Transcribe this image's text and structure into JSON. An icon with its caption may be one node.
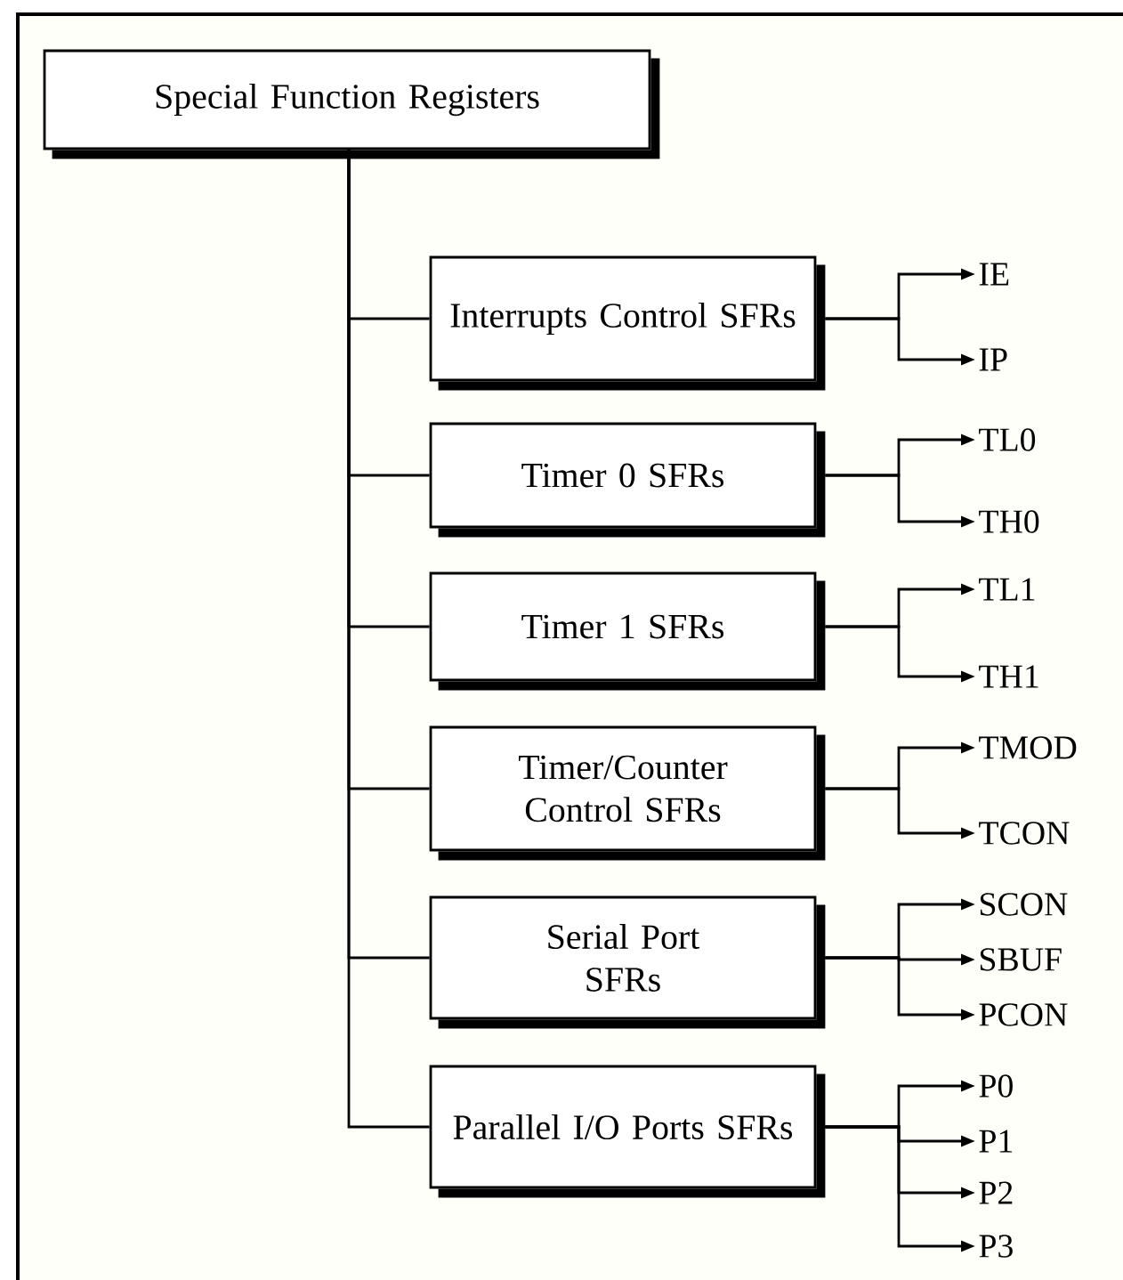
{
  "diagram": {
    "nodes": [
      {
        "text": [
          "Special Function Registers"
        ]
      },
      {
        "text": [
          "Interrupts Control SFRs"
        ]
      },
      {
        "text": [
          "IE"
        ]
      },
      {
        "text": [
          "IP"
        ]
      },
      {
        "text": [
          "Timer 0  SFRs"
        ]
      },
      {
        "text": [
          "TL0"
        ]
      },
      {
        "text": [
          "TH0"
        ]
      },
      {
        "text": [
          "Timer 1  SFRs"
        ]
      },
      {
        "text": [
          "TL1"
        ]
      },
      {
        "text": [
          "TH1"
        ]
      },
      {
        "text": [
          "Timer/Counter Control SFRs"
        ]
      },
      {
        "text": [
          "TMOD"
        ]
      },
      {
        "text": [
          "TCON"
        ]
      },
      {
        "text": [
          "Serial Port SFRs"
        ]
      },
      {
        "text": [
          "SCON"
        ]
      },
      {
        "text": [
          "SBUF"
        ]
      },
      {
        "text": [
          "PCON"
        ]
      },
      {
        "text": [
          "Parallel I/O Ports SFRs"
        ]
      },
      {
        "text": [
          "P0"
        ]
      },
      {
        "text": [
          "P1"
        ]
      },
      {
        "text": [
          "P2"
        ]
      },
      {
        "text": [
          "P3"
        ]
      }
    ],
    "edges": [
      {
        "from": 0,
        "to": 1,
        "arrow": "none"
      },
      {
        "from": 0,
        "to": 4,
        "arrow": "none"
      },
      {
        "from": 0,
        "to": 7,
        "arrow": "none"
      },
      {
        "from": 0,
        "to": 10,
        "arrow": "none"
      },
      {
        "from": 0,
        "to": 13,
        "arrow": "none"
      },
      {
        "from": 0,
        "to": 17,
        "arrow": "none"
      },
      {
        "from": 1,
        "to": 2,
        "arrow": "to"
      },
      {
        "from": 1,
        "to": 3,
        "arrow": "to"
      },
      {
        "from": 4,
        "to": 5,
        "arrow": "to"
      },
      {
        "from": 4,
        "to": 6,
        "arrow": "to"
      },
      {
        "from": 7,
        "to": 8,
        "arrow": "to"
      },
      {
        "from": 7,
        "to": 9,
        "arrow": "to"
      },
      {
        "from": 10,
        "to": 11,
        "arrow": "to"
      },
      {
        "from": 10,
        "to": 12,
        "arrow": "to"
      },
      {
        "from": 13,
        "to": 14,
        "arrow": "to"
      },
      {
        "from": 13,
        "to": 15,
        "arrow": "to"
      },
      {
        "from": 13,
        "to": 16,
        "arrow": "to"
      },
      {
        "from": 17,
        "to": 18,
        "arrow": "to"
      },
      {
        "from": 17,
        "to": 19,
        "arrow": "to"
      },
      {
        "from": 17,
        "to": 20,
        "arrow": "to"
      },
      {
        "from": 17,
        "to": 21,
        "arrow": "to"
      }
    ]
  }
}
